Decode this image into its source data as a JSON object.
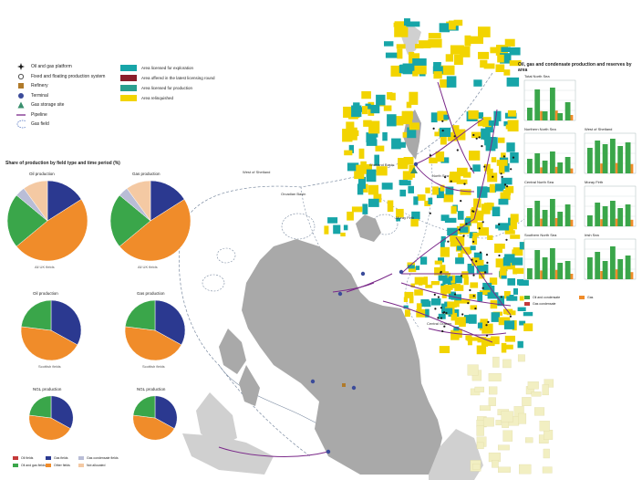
{
  "legend": {
    "points": [
      {
        "label": "Oil and gas platform",
        "icon": "platform-icon",
        "color": "#1b1b1b"
      },
      {
        "label": "Fixed and floating production system",
        "icon": "fpso-icon",
        "color": "#555555"
      },
      {
        "label": "Refinery",
        "icon": "refinery-icon",
        "color": "#b07a2a"
      },
      {
        "label": "Terminal",
        "icon": "terminal-icon",
        "color": "#3b4b9a"
      },
      {
        "label": "Gas storage site",
        "icon": "storage-icon",
        "color": "#3a8f6d"
      },
      {
        "label": "Pipeline",
        "icon": "pipeline-icon",
        "color": "#7b2a8a"
      },
      {
        "label": "Gas field",
        "icon": "gas-field-icon",
        "color": "#5b7bc4"
      }
    ],
    "areas": [
      {
        "label": "Area licensed for exploration",
        "color": "#17a5a8"
      },
      {
        "label": "Area offered in the latest licensing round",
        "color": "#8b1e2a"
      },
      {
        "label": "Area licensed for production",
        "color": "#2b9f8f"
      },
      {
        "label": "Area relinquished",
        "color": "#f2d400"
      }
    ]
  },
  "pies_title": "Share of production by field type and time period (%)",
  "pies": [
    {
      "title": "Oil production",
      "note": "All UK fields",
      "slices": [
        0.16,
        0.48,
        0.22,
        0.04,
        0.1
      ],
      "size": 1.0
    },
    {
      "title": "Gas production",
      "note": "All UK fields",
      "slices": [
        0.16,
        0.48,
        0.22,
        0.04,
        0.1
      ],
      "size": 1.0
    },
    {
      "title": "Oil production",
      "note": "Scottish fields",
      "slices": [
        0.33,
        0.44,
        0.23
      ],
      "size": 0.75
    },
    {
      "title": "Gas production",
      "note": "Scottish fields",
      "slices": [
        0.33,
        0.44,
        0.23
      ],
      "size": 0.75
    },
    {
      "title": "NGL production",
      "note": "",
      "slices": [
        0.33,
        0.44,
        0.23
      ],
      "size": 0.55
    },
    {
      "title": "NGL production",
      "note": "",
      "slices": [
        0.33,
        0.44,
        0.23
      ],
      "size": 0.55
    }
  ],
  "pie_colors": [
    "#2b3990",
    "#f08c2a",
    "#3aa64a",
    "#b9bdd6",
    "#f4c9a3"
  ],
  "bottom_legend": [
    {
      "label": "Oil fields",
      "color": "#c43a3a"
    },
    {
      "label": "Gas fields",
      "color": "#2b3990"
    },
    {
      "label": "Gas condensate fields",
      "color": "#b9bdd6"
    },
    {
      "label": "Oil and gas fields",
      "color": "#3aa64a"
    },
    {
      "label": "Other fields",
      "color": "#f08c2a"
    },
    {
      "label": "Not allocated",
      "color": "#f4c9a3"
    }
  ],
  "panel_title": "Oil, gas and condensate production and reserves by area",
  "mini_charts": [
    {
      "title": "Total North Sea",
      "col": 0,
      "row": 0,
      "values": [
        0.35,
        0.85,
        0.25,
        0.9,
        0.2,
        0.5
      ]
    },
    {
      "title": "Northern North Sea",
      "col": 0,
      "row": 1,
      "values": [
        0.4,
        0.55,
        0.35,
        0.6,
        0.3,
        0.45
      ]
    },
    {
      "title": "West of Shetland",
      "col": 1,
      "row": 1,
      "values": [
        0.7,
        0.9,
        0.8,
        0.95,
        0.75,
        0.85
      ]
    },
    {
      "title": "Central North Sea",
      "col": 0,
      "row": 2,
      "values": [
        0.5,
        0.7,
        0.45,
        0.75,
        0.4,
        0.6
      ]
    },
    {
      "title": "Moray Firth",
      "col": 1,
      "row": 2,
      "values": [
        0.3,
        0.65,
        0.55,
        0.7,
        0.5,
        0.6
      ]
    },
    {
      "title": "Southern North Sea",
      "col": 0,
      "row": 3,
      "values": [
        0.3,
        0.8,
        0.6,
        0.85,
        0.45,
        0.5
      ]
    },
    {
      "title": "Irish Sea",
      "col": 1,
      "row": 3,
      "values": [
        0.6,
        0.75,
        0.5,
        0.9,
        0.55,
        0.65
      ]
    }
  ],
  "mini_bar_colors": [
    "#3aa64a",
    "#f08c2a",
    "#c43a3a"
  ],
  "bars_legend": [
    {
      "label": "Oil and condensate",
      "color": "#3aa64a"
    },
    {
      "label": "Gas",
      "color": "#f08c2a"
    },
    {
      "label": "Gas condensate",
      "color": "#c43a3a"
    }
  ],
  "map_labels": [
    {
      "text": "Shetland Basin"
    },
    {
      "text": "Orcadian Basin"
    },
    {
      "text": "Moray Firth"
    },
    {
      "text": "Central Graben"
    },
    {
      "text": "West of Shetland"
    },
    {
      "text": "North Sea"
    }
  ],
  "map_colors": {
    "land": "#a9a9a9",
    "land_light": "#d0d0d0",
    "licence_teal": "#17a5a8",
    "licence_yellow": "#f2d400",
    "pipeline": "#7b2a8a",
    "boundary": "#7a8aa0"
  }
}
